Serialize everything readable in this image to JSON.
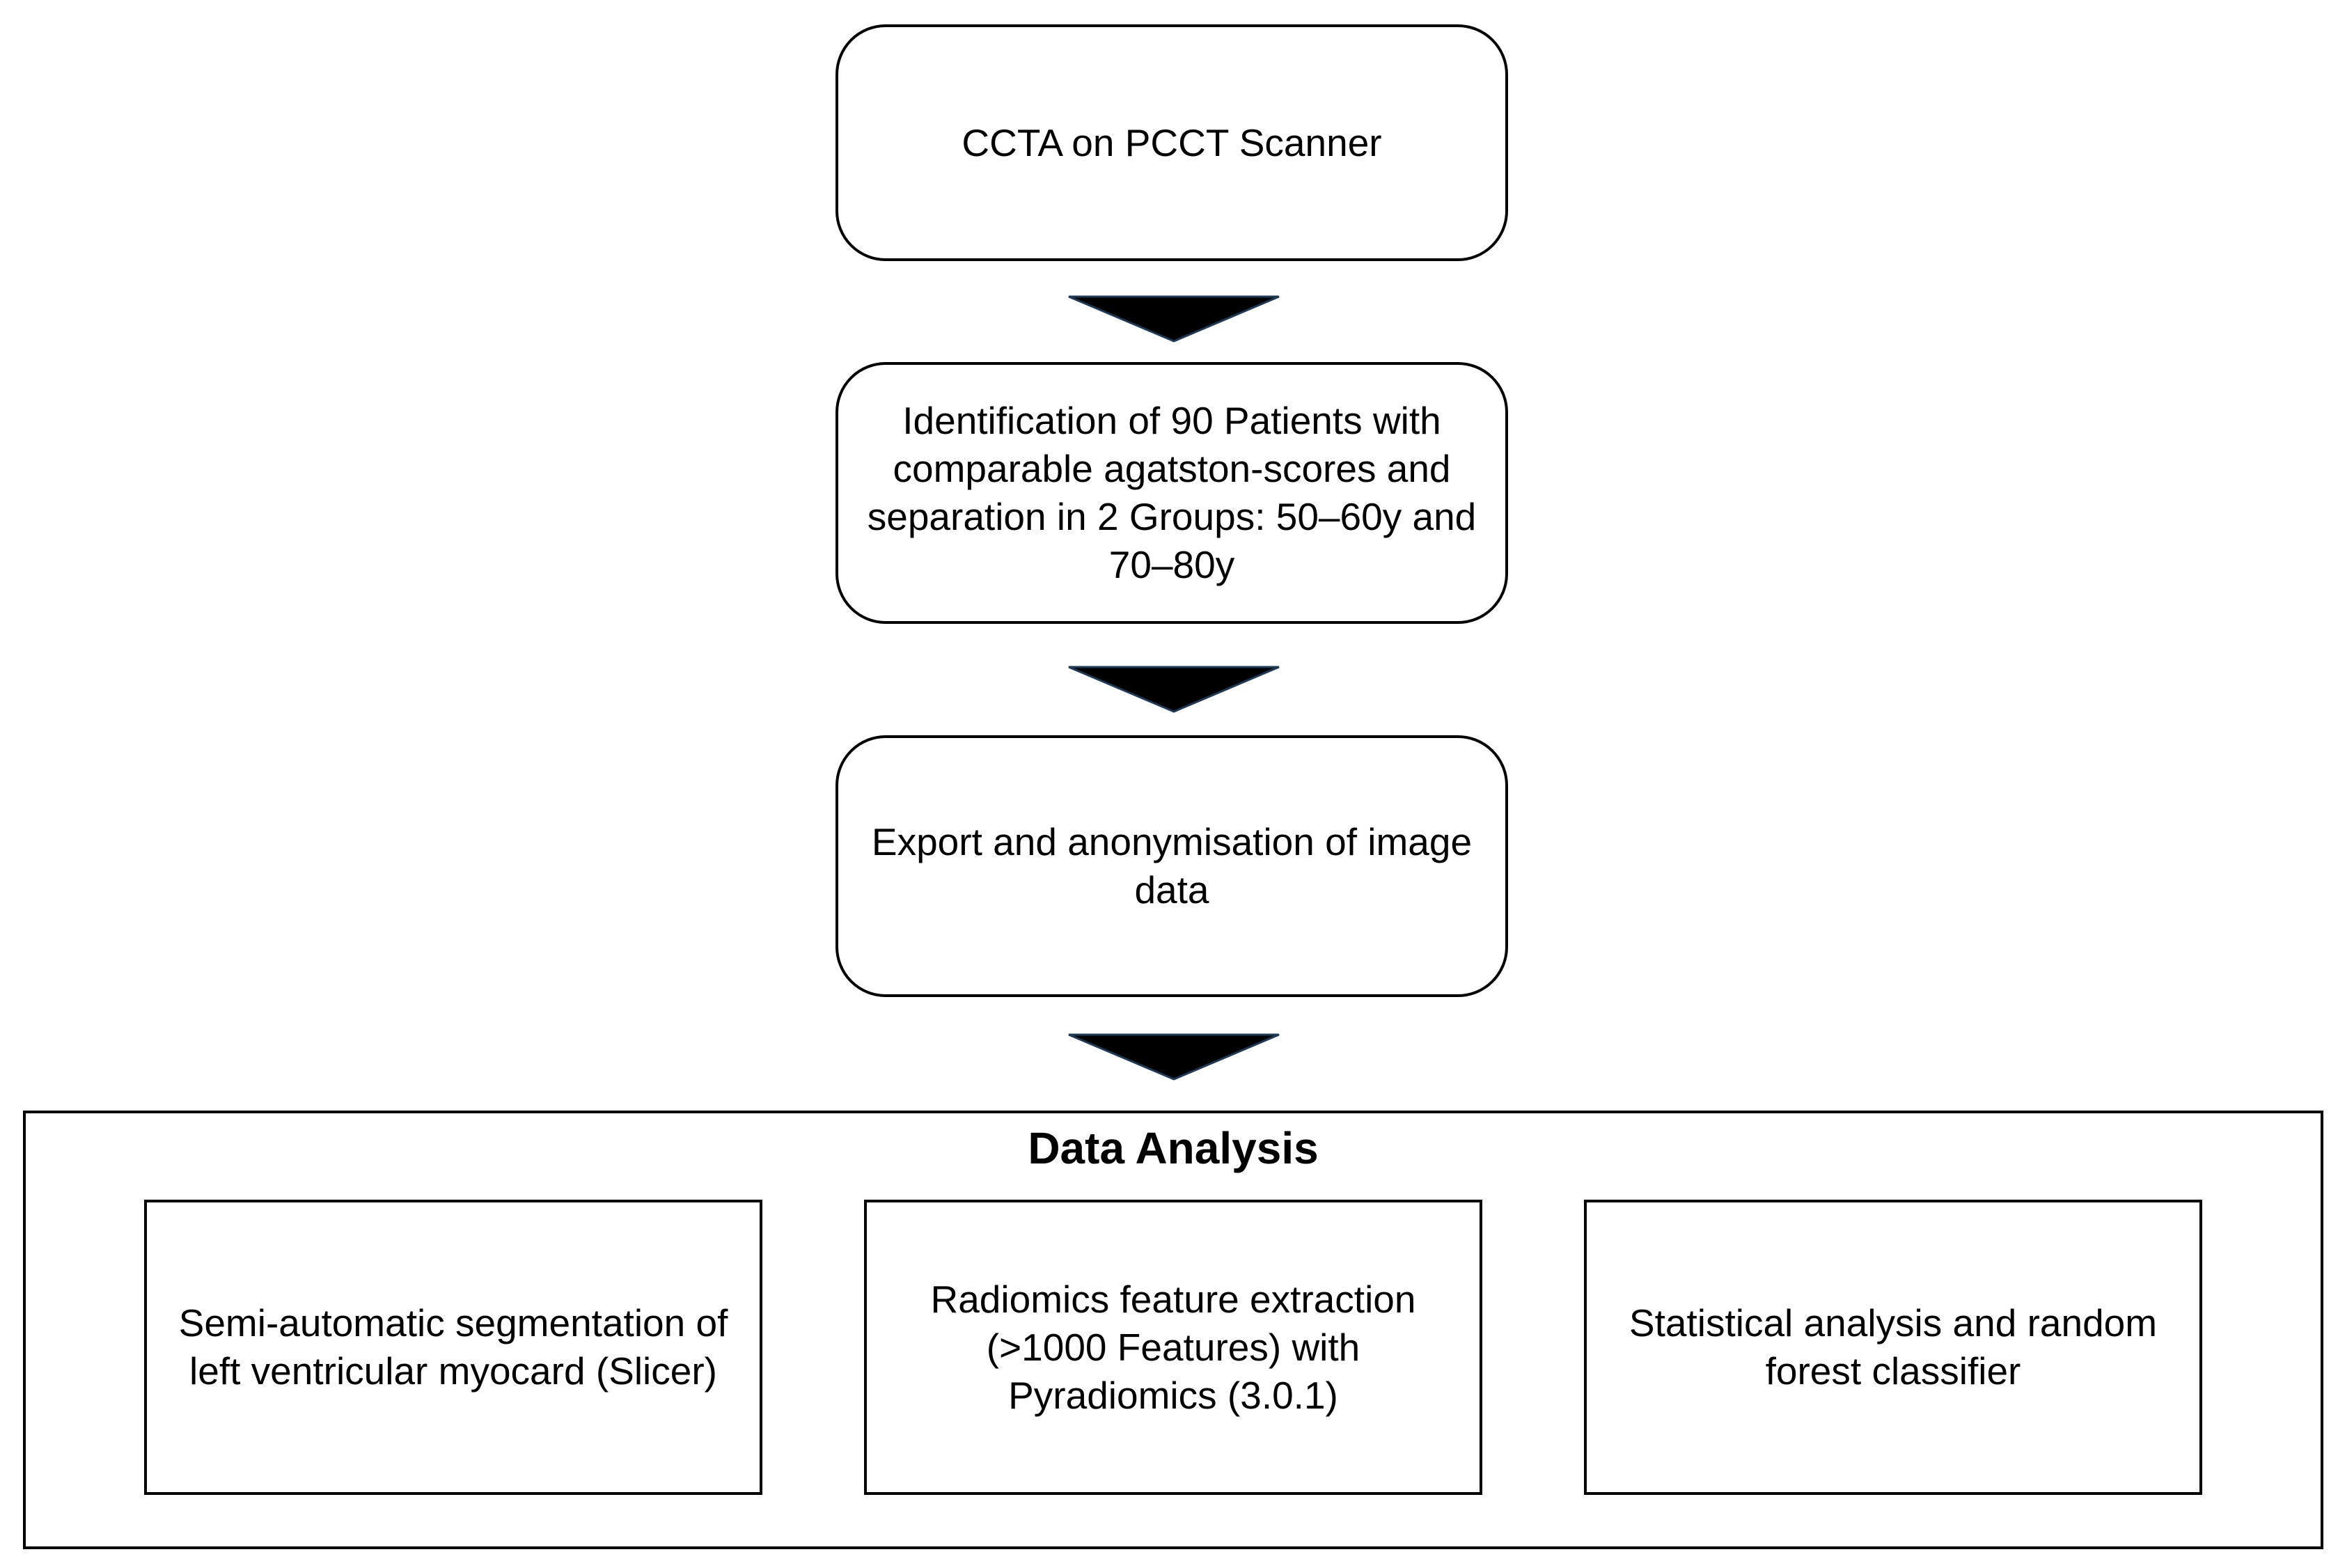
{
  "steps": [
    {
      "text": "CCTA on PCCT Scanner"
    },
    {
      "text": "Identification of 90 Patients with comparable agatston-scores and separation in 2 Groups: 50–60y and 70–80y"
    },
    {
      "text": "Export and anonymisation of image data"
    }
  ],
  "analysis": {
    "title": "Data Analysis",
    "boxes": [
      {
        "text": "Semi-automatic segmentation of left ventricular myocard (Slicer)"
      },
      {
        "text": "Radiomics feature extraction (>1000 Features) with Pyradiomics (3.0.1)"
      },
      {
        "text": "Statistical analysis and random forest classifier"
      }
    ]
  },
  "colors": {
    "border": "#000000",
    "arrow_fill": "#000000",
    "arrow_stroke": "#1f3a56",
    "background": "#ffffff"
  }
}
